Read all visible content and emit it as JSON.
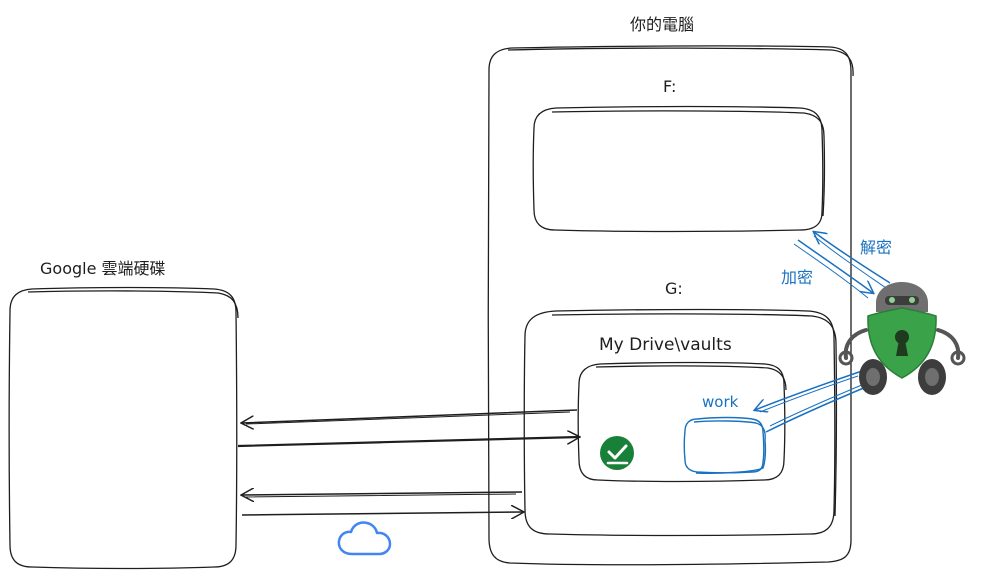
{
  "labels": {
    "computer": "你的電腦",
    "drive_f": "F:",
    "drive_g": "G:",
    "google_drive": "Google 雲端硬碟",
    "vaults_folder": "My Drive\\vaults",
    "work_vault": "work",
    "decrypt": "解密",
    "encrypt": "加密"
  },
  "colors": {
    "stroke": "#1e1e1e",
    "accent_blue": "#1971c2",
    "cloud_blue": "#4285f4",
    "sync_green": "#188038",
    "robot_green": "#3aa34a",
    "robot_gray": "#6f6f6f",
    "robot_dark": "#3d3d3d"
  },
  "icons": [
    "cloud-icon",
    "sync-check-icon",
    "cryptomator-robot-icon"
  ]
}
